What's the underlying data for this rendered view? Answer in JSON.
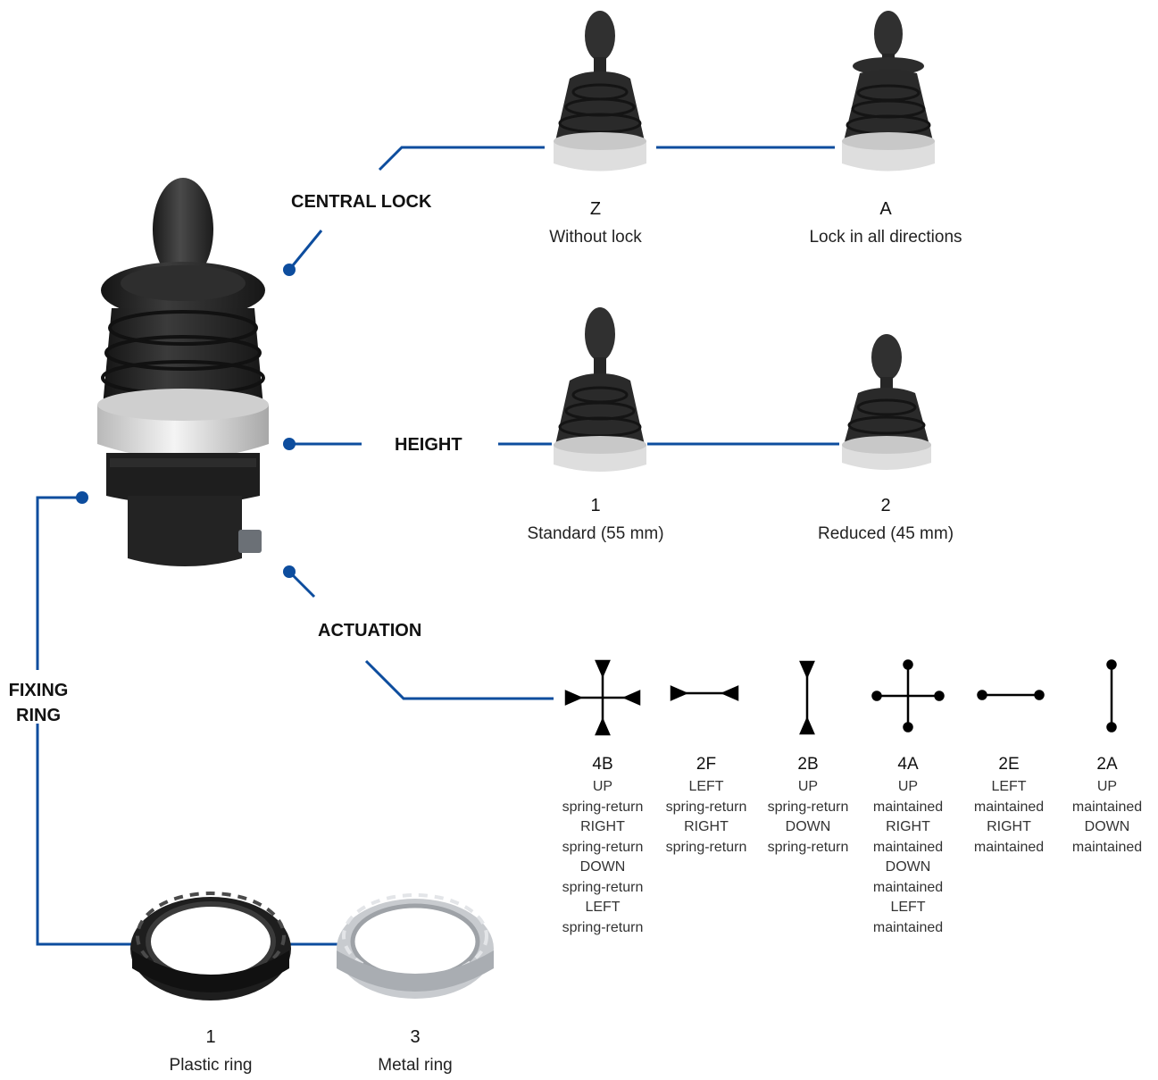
{
  "colors": {
    "connector": "#0d4d9e",
    "joystick": "#2b2b2b",
    "collar": "#e4e4e4",
    "ring_plastic": "#1e1e1e",
    "ring_metal": "#c8cbcf"
  },
  "sections": {
    "central_lock": {
      "title": "CENTRAL LOCK"
    },
    "height": {
      "title": "HEIGHT"
    },
    "actuation": {
      "title": "ACTUATION"
    },
    "fixing_ring": {
      "title_line1": "FIXING",
      "title_line2": "RING"
    }
  },
  "central_lock_options": [
    {
      "code": "Z",
      "label": "Without lock",
      "image": "joystick-without-lock"
    },
    {
      "code": "A",
      "label": "Lock in all directions",
      "image": "joystick-with-lock-collar"
    }
  ],
  "height_options": [
    {
      "code": "1",
      "label": "Standard (55 mm)",
      "image": "joystick-standard-height"
    },
    {
      "code": "2",
      "label": "Reduced (45 mm)",
      "image": "joystick-reduced-height"
    }
  ],
  "actuation_options": [
    {
      "code": "4B",
      "symbol": "four-way-arrow-icon",
      "lines": [
        "UP",
        "spring-return",
        "RIGHT",
        "spring-return",
        "DOWN",
        "spring-return",
        "LEFT",
        "spring-return"
      ]
    },
    {
      "code": "2F",
      "symbol": "horizontal-arrow-icon",
      "lines": [
        "LEFT",
        "spring-return",
        "RIGHT",
        "spring-return"
      ]
    },
    {
      "code": "2B",
      "symbol": "vertical-arrow-icon",
      "lines": [
        "UP",
        "spring-return",
        "DOWN",
        "spring-return"
      ]
    },
    {
      "code": "4A",
      "symbol": "four-way-dot-icon",
      "lines": [
        "UP",
        "maintained",
        "RIGHT",
        "maintained",
        "DOWN",
        "maintained",
        "LEFT",
        "maintained"
      ]
    },
    {
      "code": "2E",
      "symbol": "horizontal-dot-icon",
      "lines": [
        "LEFT",
        "maintained",
        "RIGHT",
        "maintained"
      ]
    },
    {
      "code": "2A",
      "symbol": "vertical-dot-icon",
      "lines": [
        "UP",
        "maintained",
        "DOWN",
        "maintained"
      ]
    }
  ],
  "fixing_ring_options": [
    {
      "code": "1",
      "label": "Plastic ring",
      "image": "plastic-ring"
    },
    {
      "code": "3",
      "label": "Metal ring",
      "image": "metal-ring"
    }
  ]
}
